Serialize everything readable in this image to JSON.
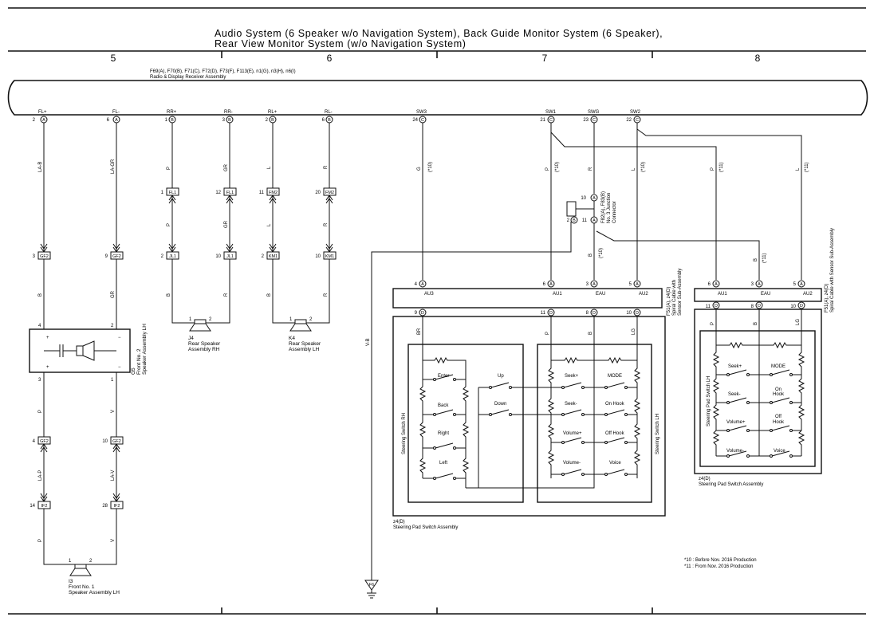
{
  "title": {
    "line1": "Audio System (6 Speaker w/o Navigation System),  Back Guide Monitor System (6 Speaker),",
    "line2": "Rear View Monitor System (w/o Navigation System)"
  },
  "sections": [
    "5",
    "6",
    "7",
    "8"
  ],
  "radio": {
    "connectors": "F69(A), F70(B), F71(C), F72(D), F73(F), F113(E), n1(G), n3(H), n6(I)",
    "name": "Radio & Display Receiver Assembly",
    "pins": [
      {
        "label": "FL+",
        "num": "2",
        "letter": "A"
      },
      {
        "label": "FL-",
        "num": "6",
        "letter": "A"
      },
      {
        "label": "RR+",
        "num": "1",
        "letter": "B"
      },
      {
        "label": "RR-",
        "num": "3",
        "letter": "B"
      },
      {
        "label": "RL+",
        "num": "2",
        "letter": "B"
      },
      {
        "label": "RL-",
        "num": "6",
        "letter": "B"
      },
      {
        "label": "SW3",
        "num": "24",
        "letter": "C"
      },
      {
        "label": "SW1",
        "num": "21",
        "letter": "C"
      },
      {
        "label": "SWG",
        "num": "23",
        "letter": "C"
      },
      {
        "label": "SW2",
        "num": "22",
        "letter": "C"
      }
    ]
  },
  "wires": {
    "la_b": "LA-B",
    "la_gr": "LA-GR",
    "p": "P",
    "gr": "GR",
    "l": "L",
    "r": "R",
    "g": "G",
    "b": "B",
    "v": "V",
    "br": "BR",
    "lg": "LG",
    "la_p": "LA-P",
    "la_v": "LA-V",
    "vb": "V-B",
    "n10": "(*10)",
    "n11": "(*11)"
  },
  "connectors": {
    "fl1_num": "1",
    "fl1": "FL1",
    "fl1b_num": "12",
    "fl1b": "FL1",
    "fm2_num": "11",
    "fm2": "FM2",
    "fm2b_num": "20",
    "fm2b": "FM2",
    "jl1_num": "2",
    "jl1": "JL1",
    "jl1b_num": "10",
    "jl1b": "JL1",
    "km1_num": "2",
    "km1": "KM1",
    "km1b_num": "10",
    "km1b": "KM1",
    "gf2_a_num": "3",
    "gf2_a": "GF2",
    "gf2_b_num": "9",
    "gf2_b": "GF2",
    "gf2_c_num": "4",
    "gf2_c": "GF2",
    "gf2_d_num": "10",
    "gf2_d": "GF2",
    "if2_a_num": "14",
    "if2_a": "IF2",
    "if2_b_num": "28",
    "if2_b": "IF2"
  },
  "junction": {
    "pin_a": "10",
    "letter_a": "A",
    "pin_b": "2",
    "letter_b": "B",
    "pin_c": "11",
    "letter_c": "A",
    "name1": "F82(A), F83(B)",
    "name2": "No. 3 Junction",
    "name3": "Connector"
  },
  "speakers": {
    "rear_rh": {
      "id": "J4",
      "name1": "Rear Speaker",
      "name2": "Assembly RH",
      "pin1": "1",
      "pin2": "2"
    },
    "rear_lh": {
      "id": "K4",
      "name1": "Rear Speaker",
      "name2": "Assembly LH",
      "pin1": "1",
      "pin2": "2"
    },
    "front2": {
      "id": "G5",
      "name1": "Front No. 2",
      "name2": "Speaker Assembly LH",
      "pin_tl": "4",
      "pin_tr": "2",
      "pin_bl": "3",
      "pin_br": "1"
    },
    "front1": {
      "id": "I3",
      "name1": "Front No. 1",
      "name2": "Speaker Assembly LH",
      "pin1": "1",
      "pin2": "2"
    }
  },
  "spiral1": {
    "pins_top": [
      {
        "num": "4",
        "letter": "A",
        "label": "AU3"
      },
      {
        "num": "6",
        "letter": "A",
        "label": "AU1"
      },
      {
        "num": "3",
        "letter": "A",
        "label": "EAU"
      },
      {
        "num": "5",
        "letter": "A",
        "label": "AU2"
      }
    ],
    "pins_bottom": [
      {
        "num": "9",
        "letter": "D"
      },
      {
        "num": "11",
        "letter": "D"
      },
      {
        "num": "8",
        "letter": "D"
      },
      {
        "num": "10",
        "letter": "D"
      }
    ],
    "name1": "F51(A), z4(D)",
    "name2": "Spiral Cable with",
    "name3": "Sensor Sub-Assembly"
  },
  "spiral2": {
    "pins_top": [
      {
        "num": "6",
        "letter": "A",
        "label": "AU1"
      },
      {
        "num": "3",
        "letter": "A",
        "label": "EAU"
      },
      {
        "num": "5",
        "letter": "A",
        "label": "AU2"
      }
    ],
    "pins_bottom": [
      {
        "num": "11",
        "letter": "D"
      },
      {
        "num": "8",
        "letter": "D"
      },
      {
        "num": "10",
        "letter": "D"
      }
    ],
    "name1": "F51(A), z4(D)",
    "name2": "Spiral Cable with Sensor Sub-Assembly"
  },
  "switch_rh": {
    "title": "Steering Switch RH",
    "labels": [
      "Enter",
      "Back",
      "Right",
      "Left"
    ],
    "inner": [
      "Up",
      "Down"
    ]
  },
  "switch_lh": {
    "title": "Steering Switch LH",
    "left": [
      "Seek+",
      "Seek-",
      "Volume+",
      "Volume-"
    ],
    "right": [
      "MODE",
      "On Hook",
      "Off Hook",
      "Voice"
    ]
  },
  "switch_lh2": {
    "title": "Steering Pad Switch LH",
    "left": [
      "Seek+",
      "Seek-",
      "Volume+",
      "Volume-"
    ],
    "right": [
      "MODE",
      "On",
      "Hook",
      "Off",
      "Hook",
      "Voice"
    ]
  },
  "assembly1": {
    "id": "z4(D)",
    "name": "Steering Pad Switch Assembly"
  },
  "assembly2": {
    "id": "z4(D)",
    "name": "Steering Pad Switch Assembly"
  },
  "ground": "F6",
  "notes": [
    "*10 : Before Nov.  2016 Production",
    "*11 : From Nov.  2016 Production"
  ]
}
